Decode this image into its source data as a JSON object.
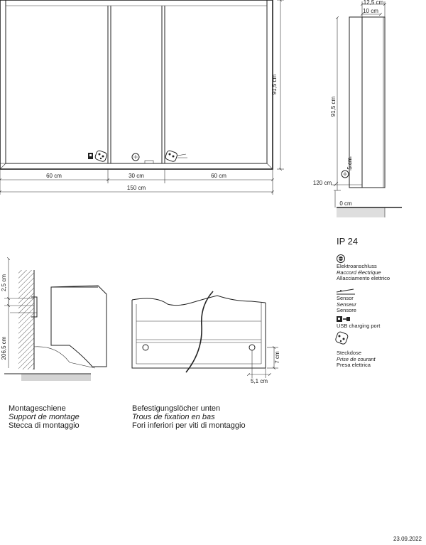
{
  "front_view": {
    "dim_left": "60 cm",
    "dim_middle": "30 cm",
    "dim_right": "60 cm",
    "dim_total": "150 cm",
    "dim_height": "91,5 cm"
  },
  "side_view": {
    "dim_outer_depth": "12,5 cm",
    "dim_inner_depth": "10 cm",
    "dim_height": "91,5 cm",
    "dim_socket_offset": "5 cm",
    "dim_mount_height": "120 cm",
    "dim_floor": "0 cm"
  },
  "mounting_rail": {
    "dim_top": "2,5 cm",
    "dim_side": "206,5 cm",
    "caption_de": "Montageschiene",
    "caption_fr": "Support de montage",
    "caption_it": "Stecca di montaggio"
  },
  "mounting_holes": {
    "dim_height": "7 cm",
    "dim_width": "5,1 cm",
    "caption_de": "Befestigungslöcher unten",
    "caption_fr": "Trous de fixation en bas",
    "caption_it": "Fori inferiori per viti di montaggio"
  },
  "protection": "IP 24",
  "legend": [
    {
      "icon": "power-connection-icon",
      "lines": [
        "Elektroanschluss",
        "Raccord électrique",
        "Allacciamento elettrico"
      ]
    },
    {
      "icon": "sensor-icon",
      "lines": [
        "Sensor",
        "Senseur",
        "Sensore"
      ]
    },
    {
      "icon": "usb-icon",
      "lines": [
        "USB charging port"
      ]
    },
    {
      "icon": "socket-icon",
      "lines": [
        "Steckdose",
        "Prise de courant",
        "Presa elettrica"
      ]
    }
  ],
  "date": "23.09.2022"
}
